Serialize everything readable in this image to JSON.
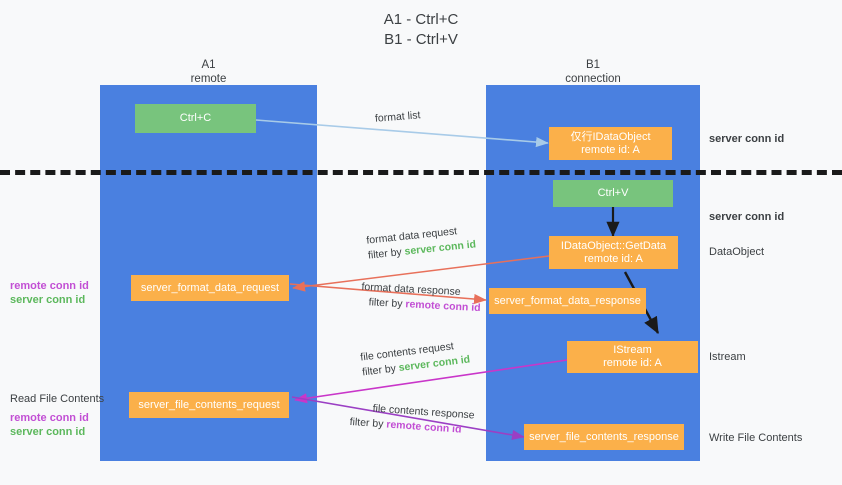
{
  "title": {
    "line1": "A1 - Ctrl+C",
    "line2": "B1 - Ctrl+V"
  },
  "colors": {
    "lane": "#4a80e0",
    "green_node": "#78c47d",
    "orange_node": "#fbb04a",
    "server_conn_id": "#5cb85c",
    "remote_conn_id": "#c24fd4",
    "arrow_format_list": "#a8cbe8",
    "arrow_format_data": "#e8705a",
    "arrow_file_contents": "#c936c9",
    "arrow_black": "#1a1a1a",
    "divider": "#1a1a1a"
  },
  "lanes": [
    {
      "id": "a1",
      "title_line1": "A1",
      "title_line2": "remote"
    },
    {
      "id": "b1",
      "title_line1": "B1",
      "title_line2": "connection"
    }
  ],
  "nodes": [
    {
      "id": "ctrl-c",
      "label_line1": "Ctrl+C",
      "label_line2": "",
      "style": "green"
    },
    {
      "id": "idataobject-remote",
      "label_line1": "仅行IDataObject",
      "label_line2": "remote id: A",
      "style": "orange"
    },
    {
      "id": "ctrl-v",
      "label_line1": "Ctrl+V",
      "label_line2": "",
      "style": "green"
    },
    {
      "id": "idataobject-getdata",
      "label_line1": "IDataObject::GetData",
      "label_line2": "remote id: A",
      "style": "orange"
    },
    {
      "id": "server-format-data-request",
      "label_line1": "server_format_data_request",
      "label_line2": "",
      "style": "orange"
    },
    {
      "id": "server-format-data-response",
      "label_line1": "server_format_data_response",
      "label_line2": "",
      "style": "orange"
    },
    {
      "id": "istream",
      "label_line1": "IStream",
      "label_line2": "remote id: A",
      "style": "orange"
    },
    {
      "id": "server-file-contents-request",
      "label_line1": "server_file_contents_request",
      "label_line2": "",
      "style": "orange"
    },
    {
      "id": "server-file-contents-response",
      "label_line1": "server_file_contents_response",
      "label_line2": "",
      "style": "orange"
    }
  ],
  "edge_labels": {
    "format_list": {
      "line1": "format list"
    },
    "format_data_request": {
      "line1": "format data request",
      "filter_prefix": "filter by ",
      "filter_value": "server conn id",
      "filter_kind": "server"
    },
    "format_data_response": {
      "line1": "format data response",
      "filter_prefix": "filter by ",
      "filter_value": "remote conn id",
      "filter_kind": "remote"
    },
    "file_contents_request": {
      "line1": "file contents request",
      "filter_prefix": "filter by ",
      "filter_value": "server conn id",
      "filter_kind": "server"
    },
    "file_contents_response": {
      "line1": "file contents response",
      "filter_prefix": "filter by ",
      "filter_value": "remote conn id",
      "filter_kind": "remote"
    }
  },
  "side_labels": {
    "right_server_conn_top": "server conn id",
    "right_server_conn_second": "server conn id",
    "right_dataobject": "DataObject",
    "right_istream": "Istream",
    "right_write_file_contents": "Write File Contents",
    "left_read_file_contents": "Read File Contents",
    "left_conn_ids_mid": {
      "remote": "remote conn id",
      "server": "server conn id"
    },
    "left_conn_ids_low": {
      "remote": "remote conn id",
      "server": "server conn id"
    }
  }
}
